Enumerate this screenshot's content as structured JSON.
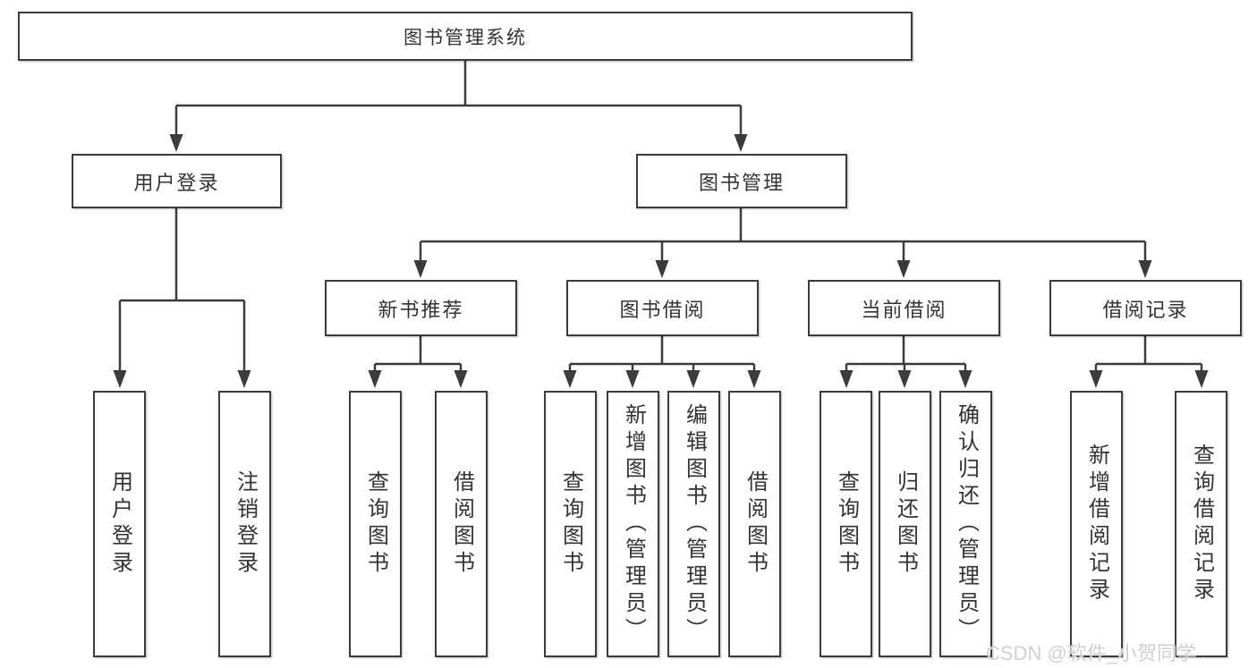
{
  "diagram_title": "图书管理系统",
  "tree": {
    "root": {
      "label": "图书管理系统"
    },
    "branches": [
      {
        "label": "用户登录",
        "children": [
          {
            "label": "用户登录"
          },
          {
            "label": "注销登录"
          }
        ]
      },
      {
        "label": "图书管理",
        "children": [
          {
            "label": "新书推荐",
            "children": [
              {
                "label": "查询图书"
              },
              {
                "label": "借阅图书"
              }
            ]
          },
          {
            "label": "图书借阅",
            "children": [
              {
                "label": "查询图书"
              },
              {
                "label": "新增图书（管理员）"
              },
              {
                "label": "编辑图书（管理员）"
              },
              {
                "label": "借阅图书"
              }
            ]
          },
          {
            "label": "当前借阅",
            "children": [
              {
                "label": "查询图书"
              },
              {
                "label": "归还图书"
              },
              {
                "label": "确认归还（管理员）"
              }
            ]
          },
          {
            "label": "借阅记录",
            "children": [
              {
                "label": "新增借阅记录"
              },
              {
                "label": "查询借阅记录"
              }
            ]
          }
        ]
      }
    ]
  },
  "watermark": "CSDN @软件_小贺同学",
  "colors": {
    "line": "#3b3b3b",
    "text": "#333333",
    "box_background": "#ffffff",
    "watermark": "#cecece"
  }
}
